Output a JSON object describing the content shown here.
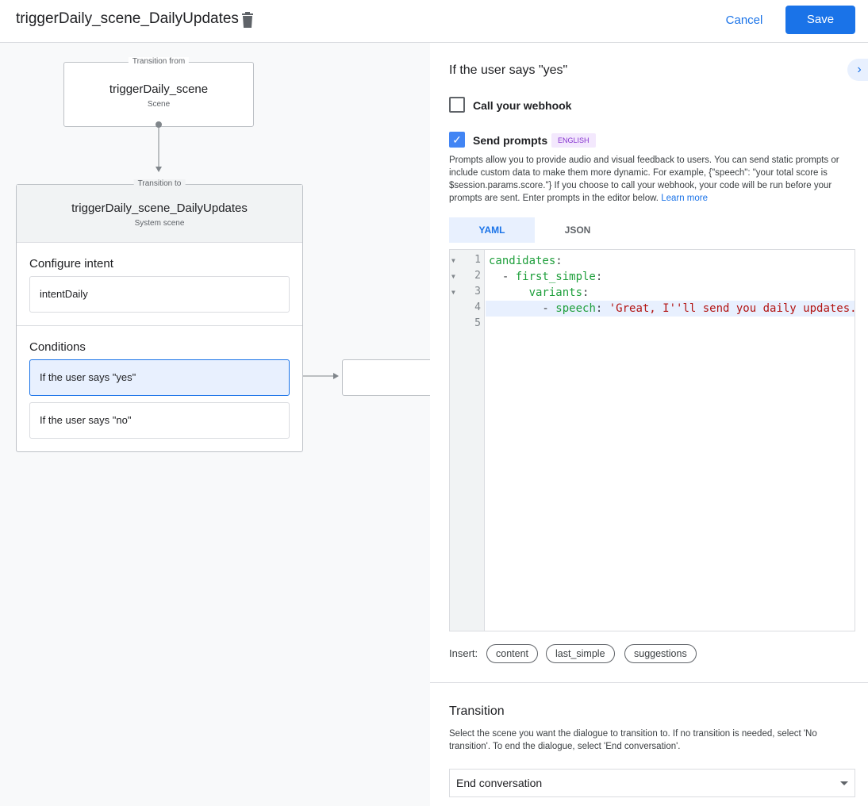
{
  "header": {
    "title": "triggerDaily_scene_DailyUpdates",
    "cancel_label": "Cancel",
    "save_label": "Save"
  },
  "canvas": {
    "from": {
      "legend": "Transition from",
      "name": "triggerDaily_scene",
      "type": "Scene"
    },
    "to": {
      "legend": "Transition to",
      "name": "triggerDaily_scene_DailyUpdates",
      "type": "System scene",
      "intent_heading": "Configure intent",
      "intent": "intentDaily",
      "conditions_heading": "Conditions",
      "conditions": [
        "If the user says \"yes\"",
        "If the user says \"no\""
      ]
    }
  },
  "panel": {
    "title": "If the user says \"yes\"",
    "webhook": {
      "label": "Call your webhook",
      "checked": false
    },
    "prompts": {
      "label": "Send prompts",
      "checked": true,
      "badge": "ENGLISH"
    },
    "description": "Prompts allow you to provide audio and visual feedback to users. You can send static prompts or include custom data to make them more dynamic. For example, {\"speech\": \"your total score is $session.params.score.\"} If you choose to call your webhook, your code will be run before your prompts are sent. Enter prompts in the editor below.",
    "learn_more": "Learn more",
    "tabs": [
      "YAML",
      "JSON"
    ],
    "active_tab": "YAML",
    "code": {
      "line_numbers": [
        "1",
        "2",
        "3",
        "4",
        "5"
      ],
      "l1_key": "candidates",
      "l2_key": "first_simple",
      "l3_key": "variants",
      "l4_key": "speech",
      "l4_value": "'Great, I''ll send you daily updates."
    },
    "insert": {
      "label": "Insert:",
      "chips": [
        "content",
        "last_simple",
        "suggestions"
      ]
    },
    "transition": {
      "title": "Transition",
      "description": "Select the scene you want the dialogue to transition to. If no transition is needed, select 'No transition'. To end the dialogue, select 'End conversation'.",
      "selected": "End conversation"
    }
  },
  "colors": {
    "accent": "#1a73e8",
    "selected": "#e8f0fe",
    "yaml_key": "#1e9f3b",
    "yaml_string": "#b31412"
  }
}
